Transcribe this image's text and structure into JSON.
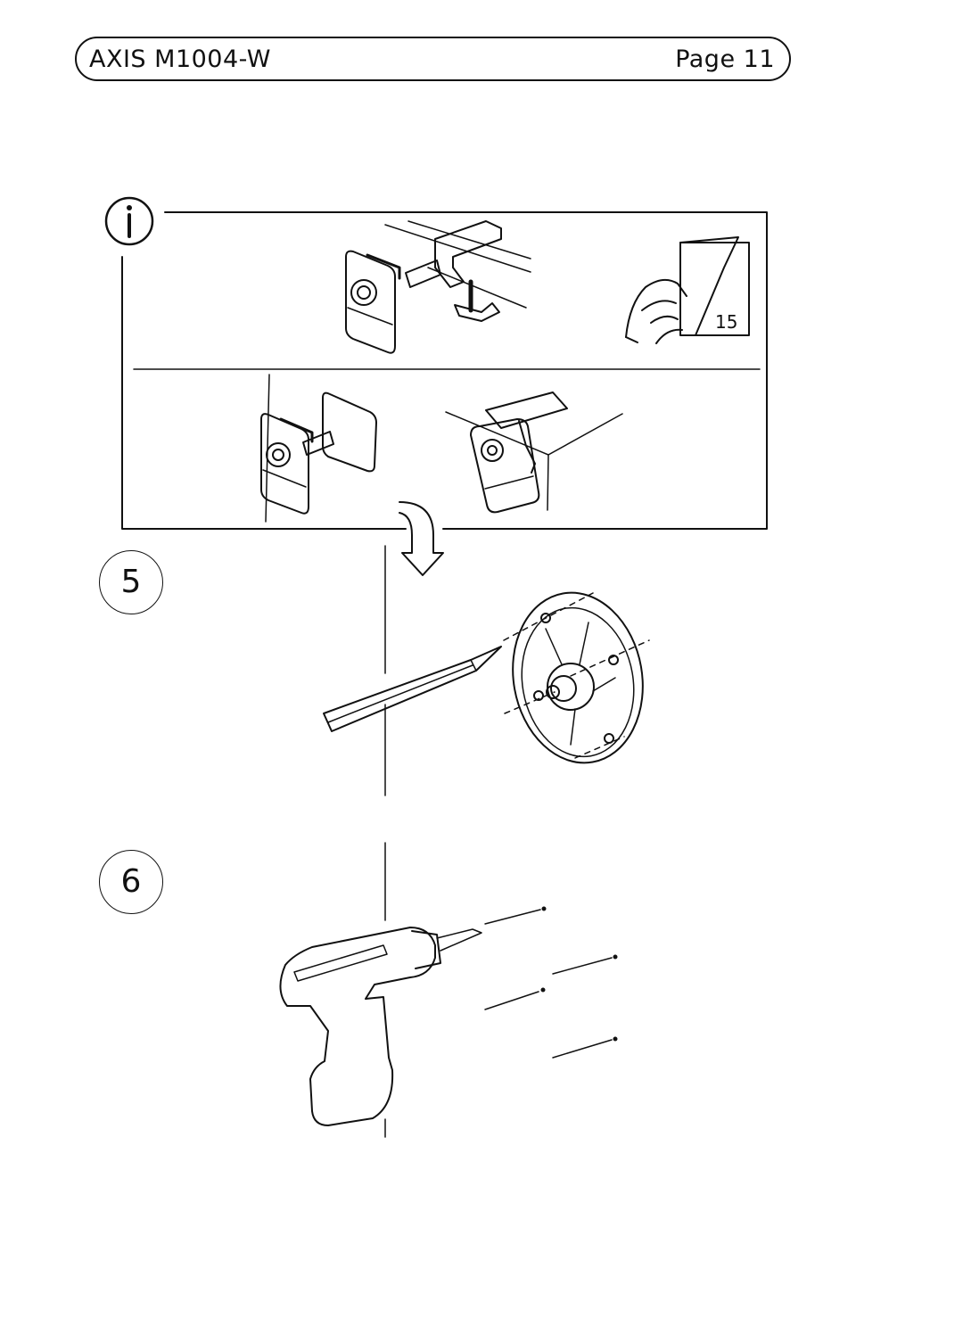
{
  "header": {
    "title": "AXIS M1004-W",
    "page": "Page 11"
  },
  "info_panel": {
    "icon": "info-icon",
    "sticker_number": "15"
  },
  "steps": [
    {
      "number": "5",
      "illustration": "pencil-marking-mount-holes"
    },
    {
      "number": "6",
      "illustration": "drill-holes"
    }
  ]
}
